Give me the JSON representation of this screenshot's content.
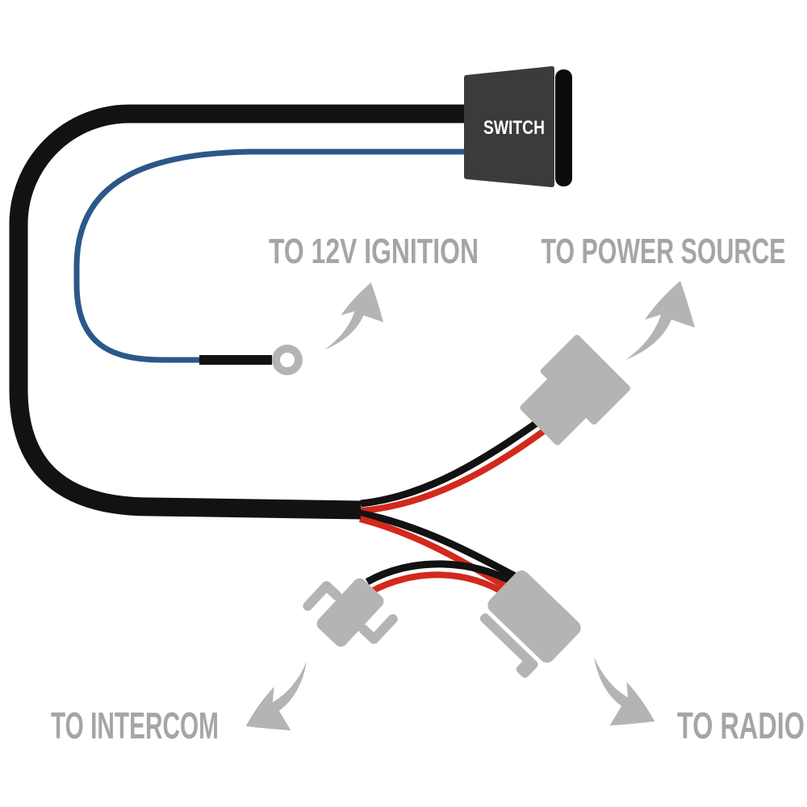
{
  "diagram": {
    "switch": {
      "label": "SWITCH"
    },
    "callouts": {
      "ignition": {
        "label": "TO 12V IGNITION"
      },
      "power": {
        "label": "TO POWER SOURCE"
      },
      "intercom": {
        "label": "TO INTERCOM"
      },
      "radio": {
        "label": "TO RADIO"
      }
    },
    "icons": {
      "switch": "rocker-switch-icon",
      "ignition_terminal": "ring-terminal-icon",
      "power_connector": "connector-plug-icon",
      "intercom_connector": "connector-plug-icon",
      "radio_connector": "connector-plug-icon",
      "arrows": "curved-arrow-icon"
    }
  },
  "colors": {
    "background": "#ffffff",
    "cable_black": "#121212",
    "wire_red": "#d2291c",
    "wire_blue": "#2b5888",
    "hardware_gray": "#b5b3b3",
    "label_gray": "#a7a5a4",
    "switch_body": "#3b3a3c",
    "switch_plate": "#0b0b0c",
    "switch_text": "#ffffff"
  }
}
